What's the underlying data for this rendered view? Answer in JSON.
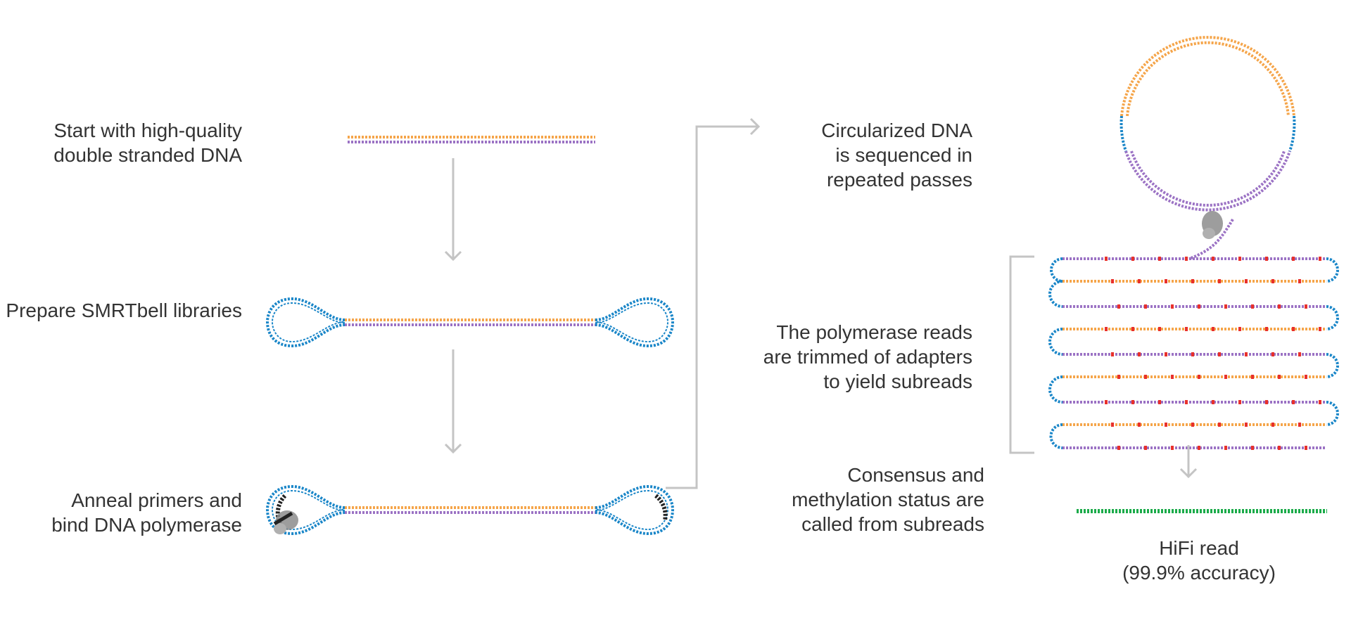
{
  "steps": {
    "start": {
      "lines": [
        "Start with high-quality",
        "double stranded DNA"
      ]
    },
    "prepare": {
      "lines": [
        "Prepare SMRTbell libraries"
      ]
    },
    "anneal": {
      "lines": [
        "Anneal primers and",
        "bind DNA polymerase"
      ]
    },
    "circular": {
      "lines": [
        "Circularized DNA",
        "is sequenced in",
        "repeated passes"
      ]
    },
    "trim": {
      "lines": [
        "The polymerase reads",
        "are trimmed of adapters",
        "to yield subreads"
      ]
    },
    "consensus": {
      "lines": [
        "Consensus and",
        "methylation status are",
        "called from subreads"
      ]
    },
    "hifi": {
      "lines": [
        "HiFi read",
        "(99.9% accuracy)"
      ]
    }
  },
  "colors": {
    "strand_top": "#f5a54a",
    "strand_bottom": "#9b72c4",
    "adapter": "#1a86c8",
    "error_mark": "#e8302b",
    "hifi": "#1bab4a",
    "arrow": "#c4c4c4",
    "polymerase": "#8c8c8c",
    "primer": "#222222"
  },
  "icons": {
    "polymerase": "polymerase-blob-icon",
    "primer": "primer-arc-icon",
    "arrow": "down-arrow-icon"
  }
}
